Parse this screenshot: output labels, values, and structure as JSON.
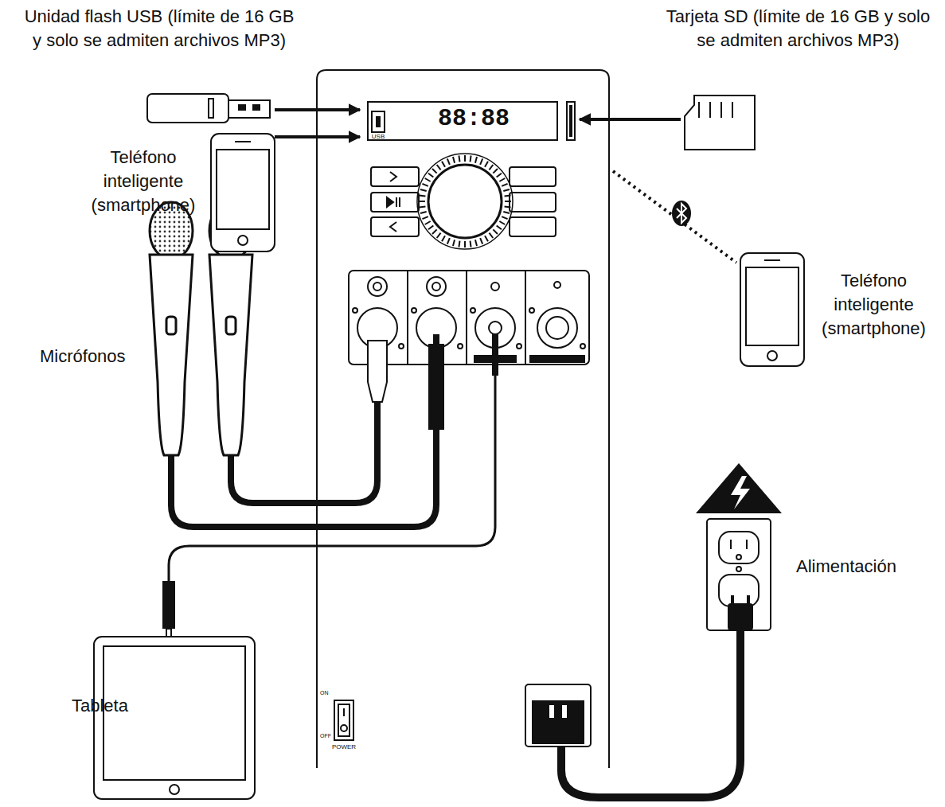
{
  "diagram": {
    "labels": [
      "Unidad flash USB (límite de 16 GB y solo se admiten archivos MP3)",
      "Tarjeta SD (límite de 16 GB y solo se admiten archivos MP3)",
      "Teléfono inteligente (smartphone)",
      "Micrófonos",
      "Tableta",
      "Teléfono inteligente (smartphone)",
      "Alimentación",
      "88:88",
      "USB",
      "POWER",
      "ON",
      "OFF"
    ]
  }
}
